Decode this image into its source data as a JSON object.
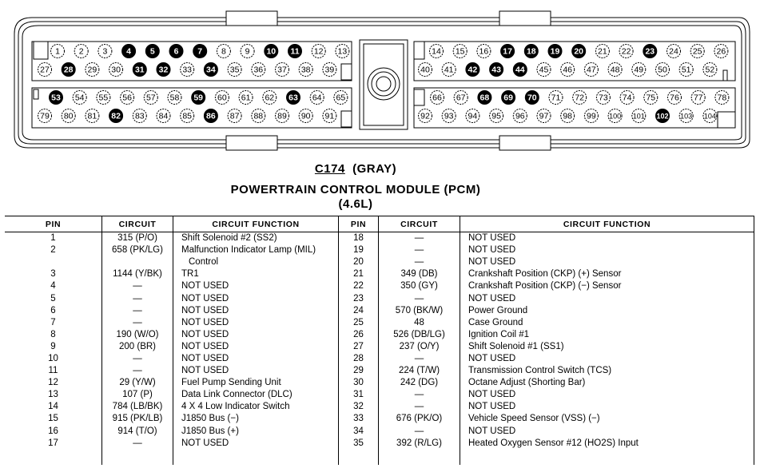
{
  "connector": {
    "rows": [
      {
        "start": 1,
        "count": 13
      },
      {
        "start": 27,
        "count": 13
      },
      {
        "start": 53,
        "count": 13
      },
      {
        "start": 79,
        "count": 13
      },
      {
        "start": 14,
        "count": 13
      },
      {
        "start": 40,
        "count": 13
      },
      {
        "start": 66,
        "count": 13
      },
      {
        "start": 92,
        "count": 13
      }
    ],
    "filled_pins": [
      4,
      5,
      6,
      7,
      10,
      11,
      17,
      18,
      19,
      20,
      23,
      28,
      31,
      32,
      34,
      42,
      43,
      44,
      53,
      59,
      63,
      68,
      69,
      70,
      82,
      86,
      102
    ]
  },
  "title": {
    "connector_id": "C174",
    "color": "(GRAY)",
    "module": "POWERTRAIN CONTROL MODULE (PCM)",
    "engine": "(4.6L)"
  },
  "table": {
    "headers": [
      "PIN",
      "CIRCUIT",
      "CIRCUIT FUNCTION",
      "PIN",
      "CIRCUIT",
      "CIRCUIT FUNCTION"
    ],
    "left": [
      {
        "pin": "1",
        "circuit": "315 (P/O)",
        "function": "Shift Solenoid #2 (SS2)"
      },
      {
        "pin": "2",
        "circuit": "658 (PK/LG)",
        "function": "Malfunction Indicator Lamp (MIL)"
      },
      {
        "pin": "",
        "circuit": "",
        "function": "Control",
        "indent": true
      },
      {
        "pin": "3",
        "circuit": "1144 (Y/BK)",
        "function": "TR1"
      },
      {
        "pin": "4",
        "circuit": "—",
        "function": "NOT USED"
      },
      {
        "pin": "5",
        "circuit": "—",
        "function": "NOT USED"
      },
      {
        "pin": "6",
        "circuit": "—",
        "function": "NOT USED"
      },
      {
        "pin": "7",
        "circuit": "—",
        "function": "NOT USED"
      },
      {
        "pin": "8",
        "circuit": "190 (W/O)",
        "function": "NOT USED"
      },
      {
        "pin": "9",
        "circuit": "200 (BR)",
        "function": "NOT USED"
      },
      {
        "pin": "10",
        "circuit": "—",
        "function": "NOT USED"
      },
      {
        "pin": "11",
        "circuit": "—",
        "function": "NOT USED"
      },
      {
        "pin": "12",
        "circuit": "29 (Y/W)",
        "function": "Fuel Pump Sending Unit"
      },
      {
        "pin": "13",
        "circuit": "107 (P)",
        "function": "Data Link Connector (DLC)"
      },
      {
        "pin": "14",
        "circuit": "784 (LB/BK)",
        "function": "4 X 4 Low Indicator Switch"
      },
      {
        "pin": "15",
        "circuit": "915 (PK/LB)",
        "function": "J1850 Bus (−)"
      },
      {
        "pin": "16",
        "circuit": "914 (T/O)",
        "function": "J1850 Bus (+)"
      },
      {
        "pin": "17",
        "circuit": "—",
        "function": "NOT USED"
      }
    ],
    "right": [
      {
        "pin": "18",
        "circuit": "—",
        "function": "NOT USED"
      },
      {
        "pin": "19",
        "circuit": "—",
        "function": "NOT USED"
      },
      {
        "pin": "20",
        "circuit": "—",
        "function": "NOT USED"
      },
      {
        "pin": "21",
        "circuit": "349 (DB)",
        "function": "Crankshaft Position (CKP) (+) Sensor"
      },
      {
        "pin": "22",
        "circuit": "350 (GY)",
        "function": "Crankshaft Position (CKP) (−) Sensor"
      },
      {
        "pin": "23",
        "circuit": "—",
        "function": "NOT USED"
      },
      {
        "pin": "24",
        "circuit": "570 (BK/W)",
        "function": "Power Ground"
      },
      {
        "pin": "25",
        "circuit": "48",
        "function": "Case Ground"
      },
      {
        "pin": "26",
        "circuit": "526 (DB/LG)",
        "function": "Ignition Coil #1"
      },
      {
        "pin": "27",
        "circuit": "237 (O/Y)",
        "function": "Shift Solenoid #1 (SS1)"
      },
      {
        "pin": "28",
        "circuit": "—",
        "function": "NOT USED"
      },
      {
        "pin": "29",
        "circuit": "224 (T/W)",
        "function": "Transmission Control Switch (TCS)"
      },
      {
        "pin": "30",
        "circuit": "242 (DG)",
        "function": "Octane Adjust (Shorting Bar)"
      },
      {
        "pin": "31",
        "circuit": "—",
        "function": "NOT USED"
      },
      {
        "pin": "32",
        "circuit": "—",
        "function": "NOT USED"
      },
      {
        "pin": "33",
        "circuit": "676 (PK/O)",
        "function": "Vehicle Speed Sensor (VSS) (−)"
      },
      {
        "pin": "34",
        "circuit": "—",
        "function": "NOT USED"
      },
      {
        "pin": "35",
        "circuit": "392 (R/LG)",
        "function": "Heated Oxygen Sensor #12 (HO2S) Input"
      }
    ]
  }
}
